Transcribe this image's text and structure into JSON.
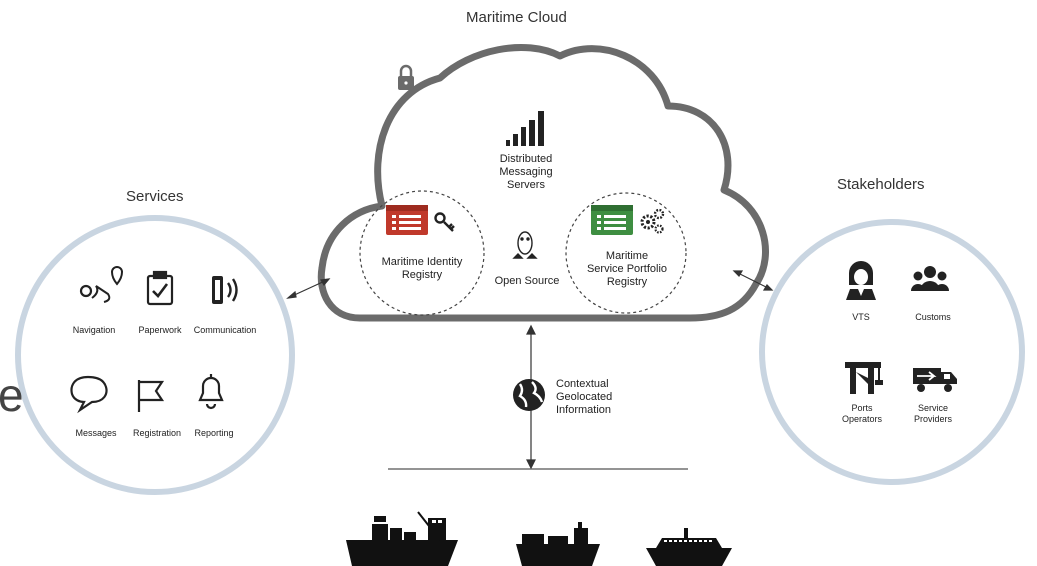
{
  "cloud": {
    "title": "Maritime Cloud",
    "messaging": "Distributed\nMessaging\nServers",
    "identity_registry": "Maritime Identity\nRegistry",
    "open_source": "Open Source",
    "service_registry": "Maritime\nService Portfolio\nRegistry"
  },
  "services": {
    "title": "Services",
    "items": [
      "Navigation",
      "Paperwork",
      "Communication",
      "Messages",
      "Registration",
      "Reporting"
    ]
  },
  "stakeholders": {
    "title": "Stakeholders",
    "items": [
      "VTS",
      "Customs",
      "Ports\nOperators",
      "Service\nProviders"
    ]
  },
  "geo": "Contextual\nGeolocated\nInformation",
  "edge_fragment": "e",
  "colors": {
    "identity_red": "#c0392b",
    "service_green": "#3e8e41",
    "circle_ring": "#c9d5e1",
    "cloud_outline": "#6b6b6b"
  }
}
